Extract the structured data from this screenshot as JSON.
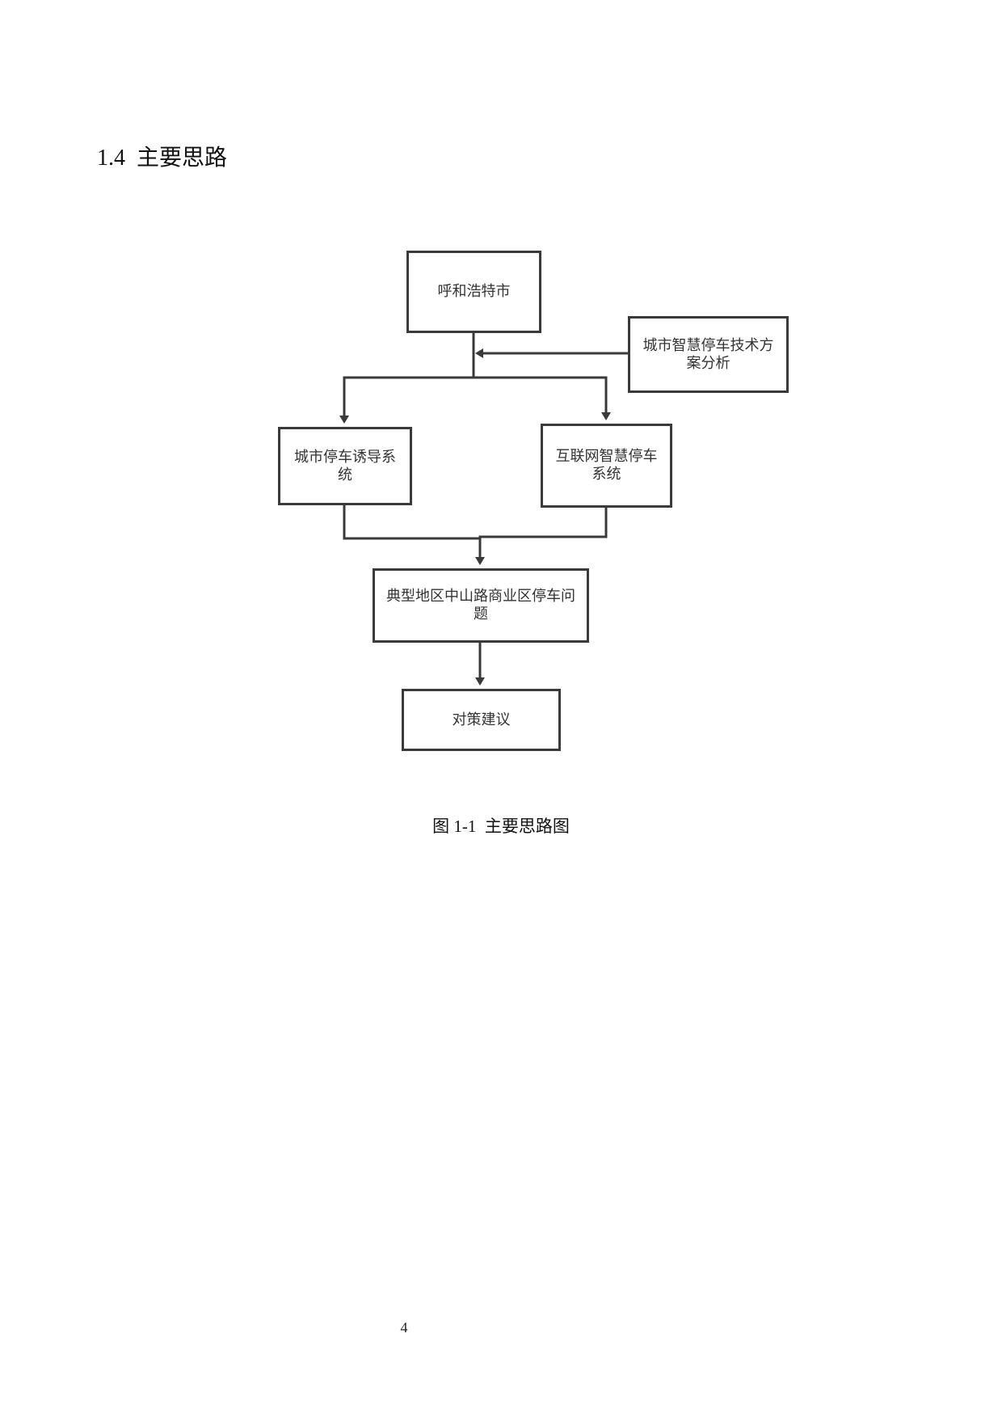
{
  "section": {
    "heading": "1.4  主要思路"
  },
  "diagram": {
    "nodes": {
      "hohhot": "呼和浩特市",
      "tech_analysis": "城市智慧停车技术方案分析",
      "guidance_system": "城市停车诱导系统",
      "internet_system": "互联网智慧停车系统",
      "zhongshan_problem": "典型地区中山路商业区停车问题",
      "suggestions": "对策建议"
    },
    "edges": [
      {
        "from": "hohhot",
        "to": "guidance_system"
      },
      {
        "from": "hohhot",
        "to": "internet_system"
      },
      {
        "from": "tech_analysis",
        "to": "hohhot-trunk"
      },
      {
        "from": "guidance_system",
        "to": "zhongshan_problem"
      },
      {
        "from": "internet_system",
        "to": "zhongshan_problem"
      },
      {
        "from": "zhongshan_problem",
        "to": "suggestions"
      }
    ],
    "line_color": "#3a3a3a"
  },
  "figure": {
    "caption": "图 1-1  主要思路图"
  },
  "footer": {
    "page_number": "4"
  }
}
